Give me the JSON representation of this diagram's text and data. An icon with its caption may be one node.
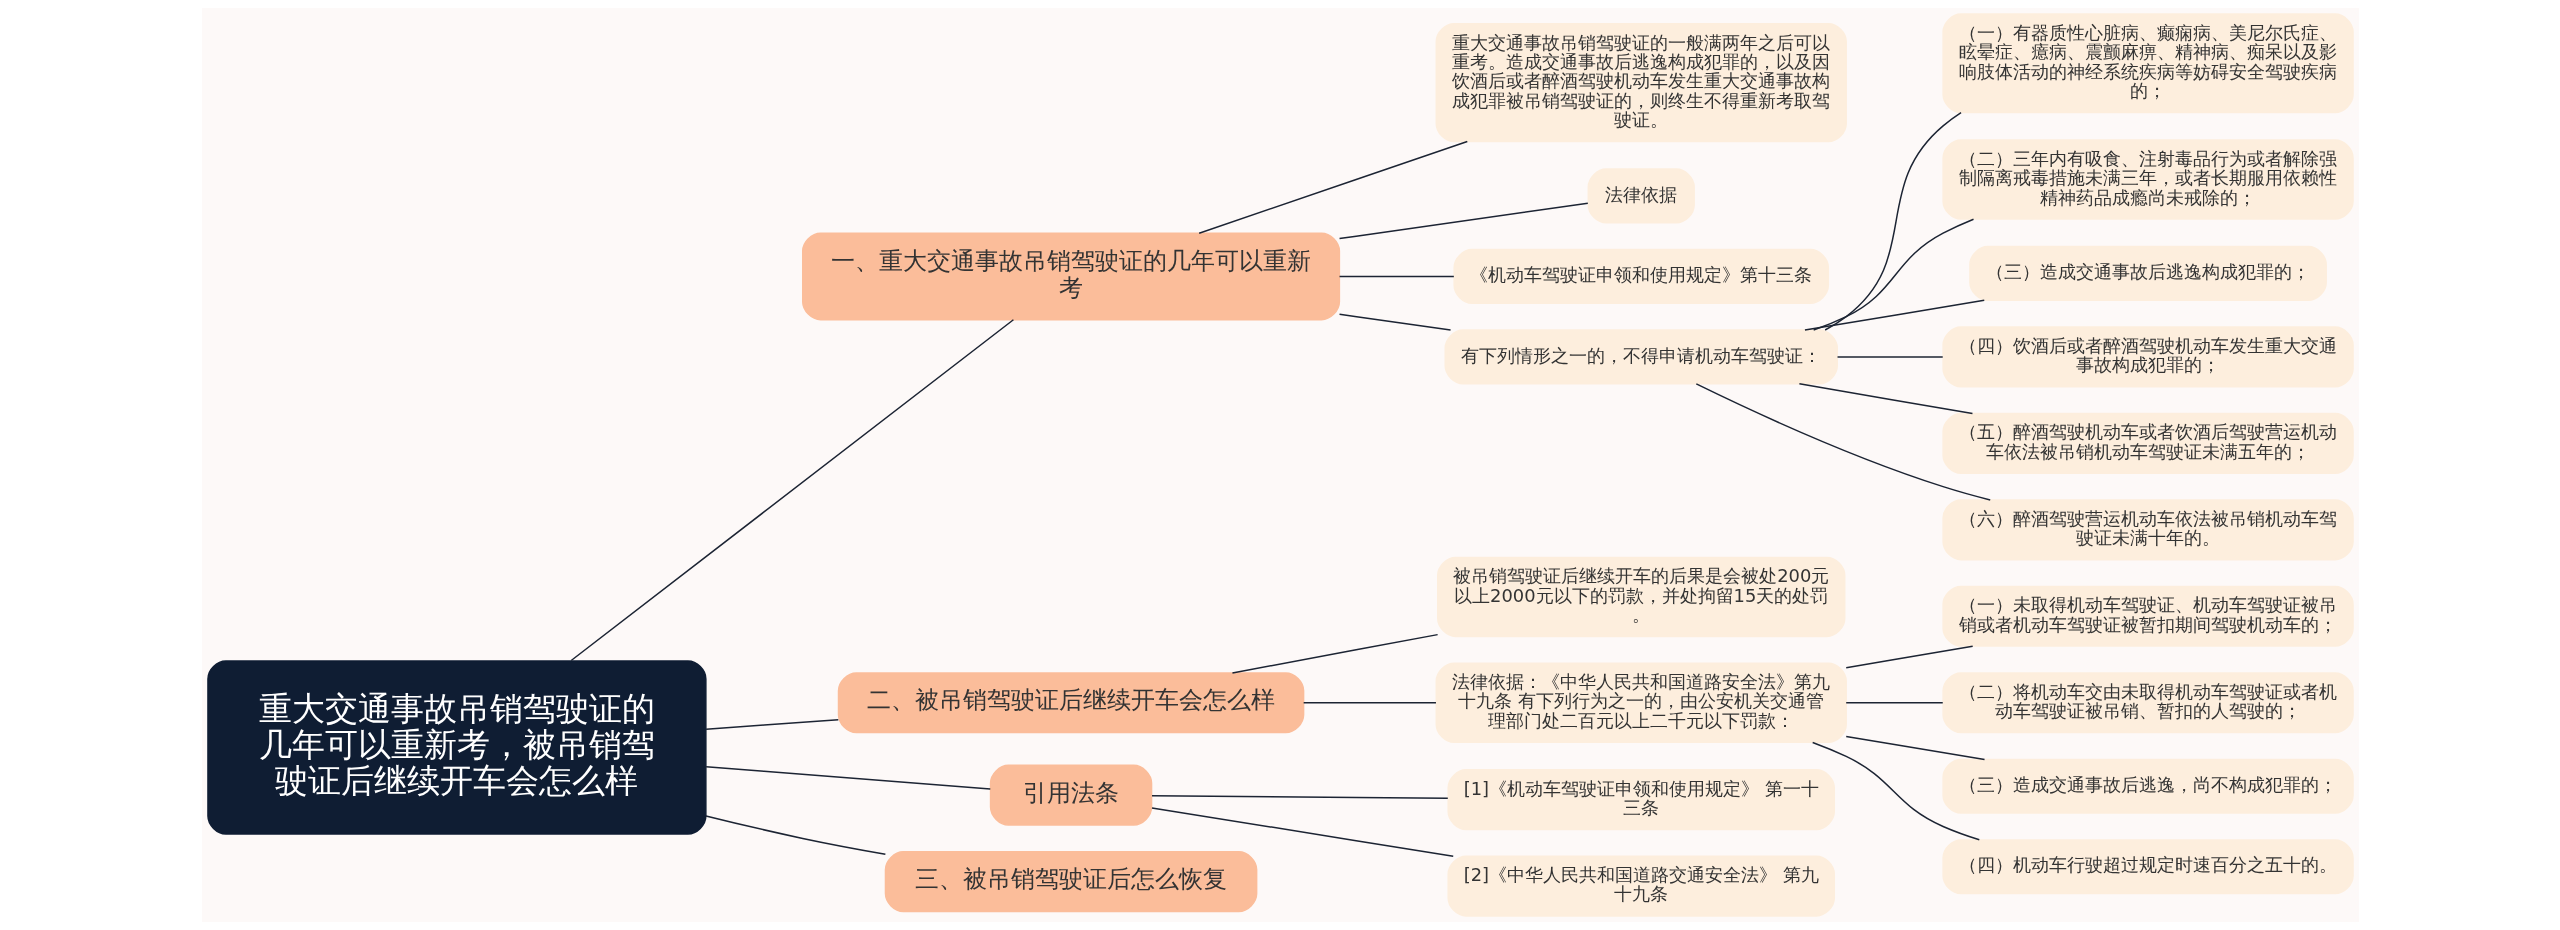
{
  "diagram": {
    "nodes": [
      {
        "text": [
          "重大交通事故吊销驾驶证的几年可以重新考，被吊销驾驶证后继续开车会怎么样"
        ]
      },
      {
        "text": [
          "一、重大交通事故吊销驾驶证的几年可以重新考"
        ]
      },
      {
        "text": [
          "重大交通事故吊销驾驶证的一般满两年之后可以重考。造成交通事故后逃逸构成犯罪的，以及因饮酒后或者醉酒驾驶机动车发生重大交通事故构成犯罪被吊销驾驶证的，则终生不得重新考取驾驶证。"
        ]
      },
      {
        "text": [
          "法律依据"
        ]
      },
      {
        "text": [
          "《机动车驾驶证申领和使用规定》第十三条"
        ]
      },
      {
        "text": [
          "有下列情形之一的，不得申请机动车驾驶证："
        ]
      },
      {
        "text": [
          "（一）有器质性心脏病、癫痫病、美尼尔氏症、眩晕症、癔病、震颤麻痹、精神病、痴呆以及影响肢体活动的神经系统疾病等妨碍安全驾驶疾病的；"
        ]
      },
      {
        "text": [
          "（二）三年内有吸食、注射毒品行为或者解除强制隔离戒毒措施未满三年，或者长期服用依赖性精神药品成瘾尚未戒除的；"
        ]
      },
      {
        "text": [
          "（三）造成交通事故后逃逸构成犯罪的；"
        ]
      },
      {
        "text": [
          "（四）饮酒后或者醉酒驾驶机动车发生重大交通事故构成犯罪的；"
        ]
      },
      {
        "text": [
          "（五）醉酒驾驶机动车或者饮酒后驾驶营运机动车依法被吊销机动车驾驶证未满五年的；"
        ]
      },
      {
        "text": [
          "（六）醉酒驾驶营运机动车依法被吊销机动车驾驶证未满十年的。"
        ]
      },
      {
        "text": [
          "二、被吊销驾驶证后继续开车会怎么样"
        ]
      },
      {
        "text": [
          "被吊销驾驶证后继续开车的后果是会被处200元以上2000元以下的罚款，并处拘留15天的处罚。"
        ]
      },
      {
        "text": [
          "法律依据：《中华人民共和国道路安全法》第九十九条 有下列行为之一的，由公安机关交通管理部门处二百元以上二千元以下罚款："
        ]
      },
      {
        "text": [
          "（一）未取得机动车驾驶证、机动车驾驶证被吊销或者机动车驾驶证被暂扣期间驾驶机动车的；"
        ]
      },
      {
        "text": [
          "（二）将机动车交由未取得机动车驾驶证或者机动车驾驶证被吊销、暂扣的人驾驶的；"
        ]
      },
      {
        "text": [
          "（三）造成交通事故后逃逸，尚不构成犯罪的；"
        ]
      },
      {
        "text": [
          "（四）机动车行驶超过规定时速百分之五十的。"
        ]
      },
      {
        "text": [
          "引用法条"
        ]
      },
      {
        "text": [
          "[1]《机动车驾驶证申领和使用规定》 第一十三条"
        ]
      },
      {
        "text": [
          "[2]《中华人民共和国道路交通安全法》 第九十九条"
        ]
      },
      {
        "text": [
          "三、被吊销驾驶证后怎么恢复"
        ]
      }
    ],
    "edges": [
      {
        "from": 0,
        "to": 1,
        "arrow": "none"
      },
      {
        "from": 1,
        "to": 2,
        "arrow": "none"
      },
      {
        "from": 1,
        "to": 3,
        "arrow": "none"
      },
      {
        "from": 1,
        "to": 4,
        "arrow": "none"
      },
      {
        "from": 1,
        "to": 5,
        "arrow": "none"
      },
      {
        "from": 5,
        "to": 6,
        "arrow": "none"
      },
      {
        "from": 5,
        "to": 7,
        "arrow": "none"
      },
      {
        "from": 5,
        "to": 8,
        "arrow": "none"
      },
      {
        "from": 5,
        "to": 9,
        "arrow": "none"
      },
      {
        "from": 5,
        "to": 10,
        "arrow": "none"
      },
      {
        "from": 5,
        "to": 11,
        "arrow": "none"
      },
      {
        "from": 0,
        "to": 12,
        "arrow": "none"
      },
      {
        "from": 12,
        "to": 13,
        "arrow": "none"
      },
      {
        "from": 12,
        "to": 14,
        "arrow": "none"
      },
      {
        "from": 14,
        "to": 15,
        "arrow": "none"
      },
      {
        "from": 14,
        "to": 16,
        "arrow": "none"
      },
      {
        "from": 14,
        "to": 17,
        "arrow": "none"
      },
      {
        "from": 14,
        "to": 18,
        "arrow": "none"
      },
      {
        "from": 0,
        "to": 19,
        "arrow": "none"
      },
      {
        "from": 19,
        "to": 20,
        "arrow": "none"
      },
      {
        "from": 19,
        "to": 21,
        "arrow": "none"
      },
      {
        "from": 0,
        "to": 22,
        "arrow": "none"
      }
    ]
  }
}
